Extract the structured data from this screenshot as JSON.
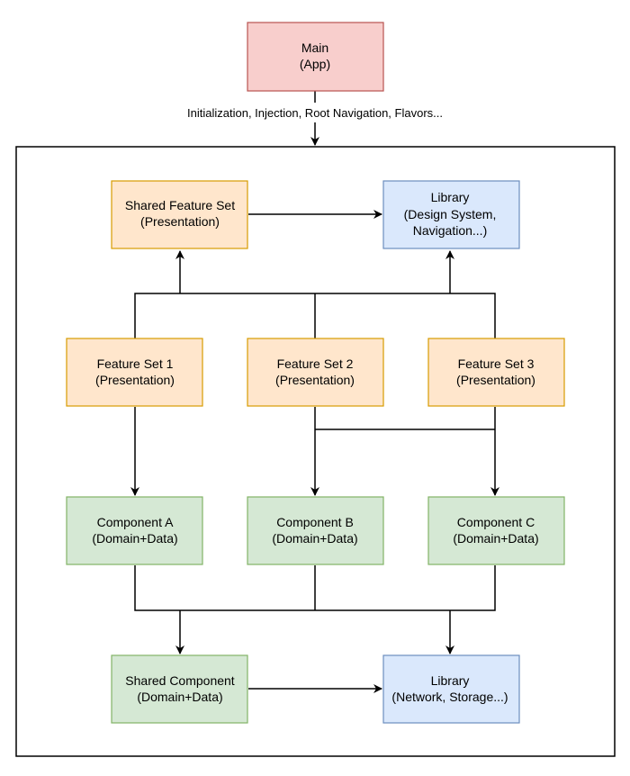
{
  "palette": {
    "main_fill": "#f8cecc",
    "main_stroke": "#b85450",
    "presentation_fill": "#ffe6cc",
    "presentation_stroke": "#d79b00",
    "domain_fill": "#d5e8d4",
    "domain_stroke": "#82b366",
    "library_fill": "#dae8fc",
    "library_stroke": "#6c8ebf",
    "edge": "#000000",
    "container_stroke": "#000000"
  },
  "main": {
    "title": "Main",
    "subtitle": "(App)"
  },
  "main_edge_label": "Initialization, Injection, Root Navigation, Flavors...",
  "shared_feature_set": {
    "title": "Shared Feature Set",
    "subtitle": "(Presentation)"
  },
  "library_ui": {
    "title": "Library",
    "line2": "(Design System,",
    "line3": "Navigation...)"
  },
  "feature_sets": [
    {
      "title": "Feature Set 1",
      "subtitle": "(Presentation)"
    },
    {
      "title": "Feature Set 2",
      "subtitle": "(Presentation)"
    },
    {
      "title": "Feature Set 3",
      "subtitle": "(Presentation)"
    }
  ],
  "components": [
    {
      "title": "Component A",
      "subtitle": "(Domain+Data)"
    },
    {
      "title": "Component B",
      "subtitle": "(Domain+Data)"
    },
    {
      "title": "Component C",
      "subtitle": "(Domain+Data)"
    }
  ],
  "shared_component": {
    "title": "Shared Component",
    "subtitle": "(Domain+Data)"
  },
  "library_data": {
    "title": "Library",
    "subtitle": "(Network, Storage...)"
  }
}
